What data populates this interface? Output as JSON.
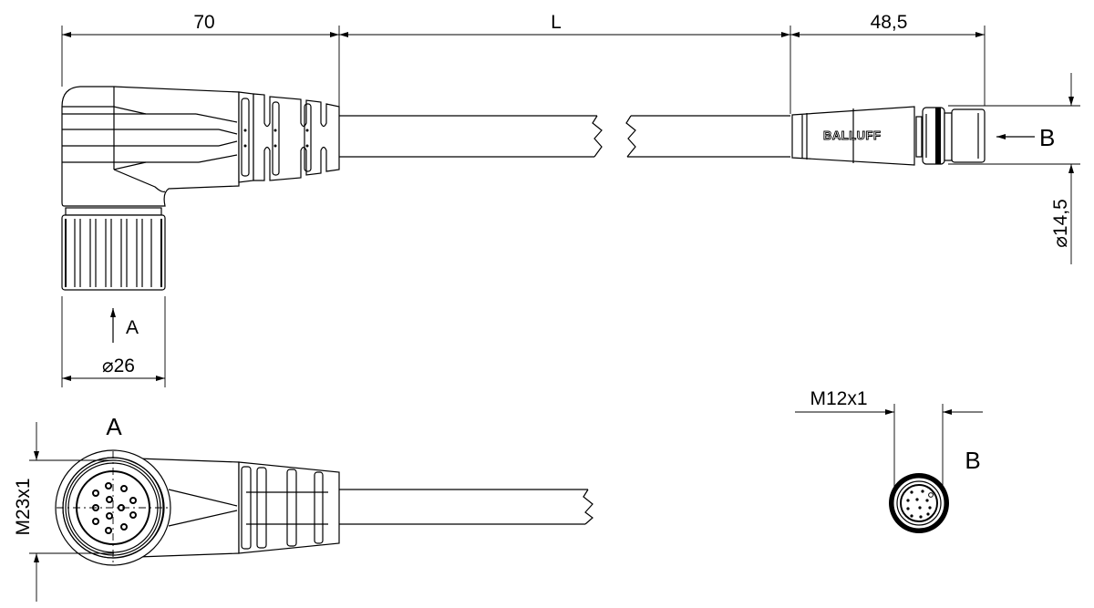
{
  "drawing": {
    "dimensions": {
      "left_length": "70",
      "cable_length": "L",
      "right_length": "48,5",
      "right_diameter": "⌀14,5",
      "left_diameter": "⌀26",
      "thread_a": "M23x1",
      "thread_b": "M12x1"
    },
    "views": {
      "view_a_label": "A",
      "view_a_title": "A",
      "view_b_label": "B",
      "view_b_title": "B"
    },
    "brand_logo": "BALLUFF",
    "line_color": "#000000",
    "background": "#ffffff"
  }
}
